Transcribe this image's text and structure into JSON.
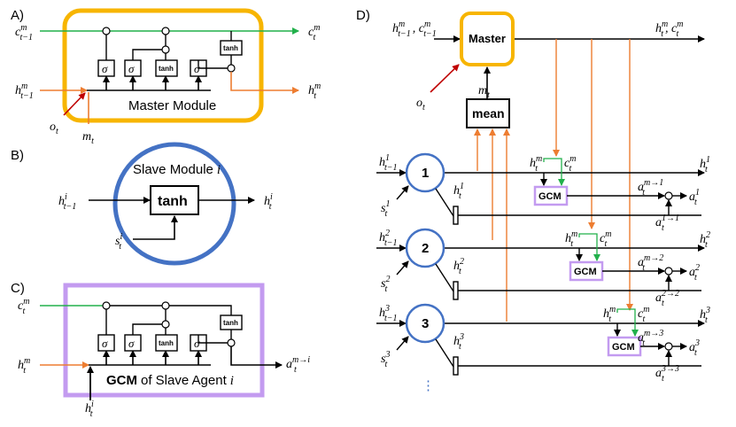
{
  "panels": {
    "a": "A)",
    "b": "B)",
    "c": "C)",
    "d": "D)"
  },
  "gate_labels": {
    "sigma": "σ",
    "tanh": "tanh",
    "times": "⊗",
    "plus": "⊕"
  },
  "panel_a": {
    "module_title": "Master Module",
    "cell_in_base": "c",
    "cell_in_sup": "m",
    "cell_in_sub": "t−1",
    "hid_in_base": "h",
    "hid_in_sup": "m",
    "hid_in_sub": "t−1",
    "obs_base": "o",
    "obs_sub": "t",
    "msg_base": "m",
    "msg_sub": "t",
    "cell_out_base": "c",
    "cell_out_sup": "m",
    "cell_out_sub": "t",
    "hid_out_base": "h",
    "hid_out_sup": "m",
    "hid_out_sub": "t"
  },
  "panel_b": {
    "module_title": "Slave Module",
    "module_index": "i",
    "box_label": "tanh",
    "in_base": "h",
    "in_sup": "i",
    "in_sub": "t−1",
    "state_base": "s",
    "state_sup": "i",
    "state_sub": "t",
    "out_base": "h",
    "out_sup": "i",
    "out_sub": "t"
  },
  "panel_c": {
    "title_bold": "GCM",
    "title_rest": "of Slave Agent",
    "title_index": "i",
    "cell_base": "c",
    "cell_sup": "m",
    "cell_sub": "t",
    "hm_base": "h",
    "hm_sup": "m",
    "hm_sub": "t",
    "hi_base": "h",
    "hi_sup": "i",
    "hi_sub": "t",
    "out_base": "a",
    "out_sup": "m→i",
    "out_sub": "t"
  },
  "panel_d": {
    "master_label": "Master",
    "mean_label": "mean",
    "gcm_label": "GCM",
    "in_text": "h",
    "in_sup": "m",
    "in_sub": "t−1",
    "in_text2": ", c",
    "in_sup2": "m",
    "in_sub2": "t−1",
    "out_text": "h",
    "out_sup": "m",
    "out_sub": "t",
    "out_text2": ", c",
    "out_sup2": "m",
    "out_sub2": "t",
    "obs_base": "o",
    "obs_sub": "t",
    "msg_base": "m",
    "msg_sub": "t",
    "ellipsis": "⋮",
    "agents": [
      {
        "index": "1",
        "h_prev_sup": "1",
        "h_sup": "1",
        "s_sup": "1",
        "a_sup": "1",
        "am_sup": "m→1",
        "ai_sup": "1→1"
      },
      {
        "index": "2",
        "h_prev_sup": "2",
        "h_sup": "2",
        "s_sup": "2",
        "a_sup": "2",
        "am_sup": "m→2",
        "ai_sup": "2→2"
      },
      {
        "index": "3",
        "h_prev_sup": "3",
        "h_sup": "3",
        "s_sup": "3",
        "a_sup": "3",
        "am_sup": "m→3",
        "ai_sup": "3→3"
      }
    ],
    "h_base": "h",
    "s_base": "s",
    "a_base": "a",
    "t_sub": "t",
    "t_prev_sub": "t−1",
    "hm_sup": "m",
    "cm_base": "c",
    "cm_sup": "m"
  },
  "colors": {
    "master_border": "#f7b500",
    "slave_circle": "#4472c4",
    "gcm_border": "#c39bf0",
    "green": "#22b04b",
    "orange": "#ed7d31",
    "red": "#c00000",
    "black": "#000000"
  }
}
